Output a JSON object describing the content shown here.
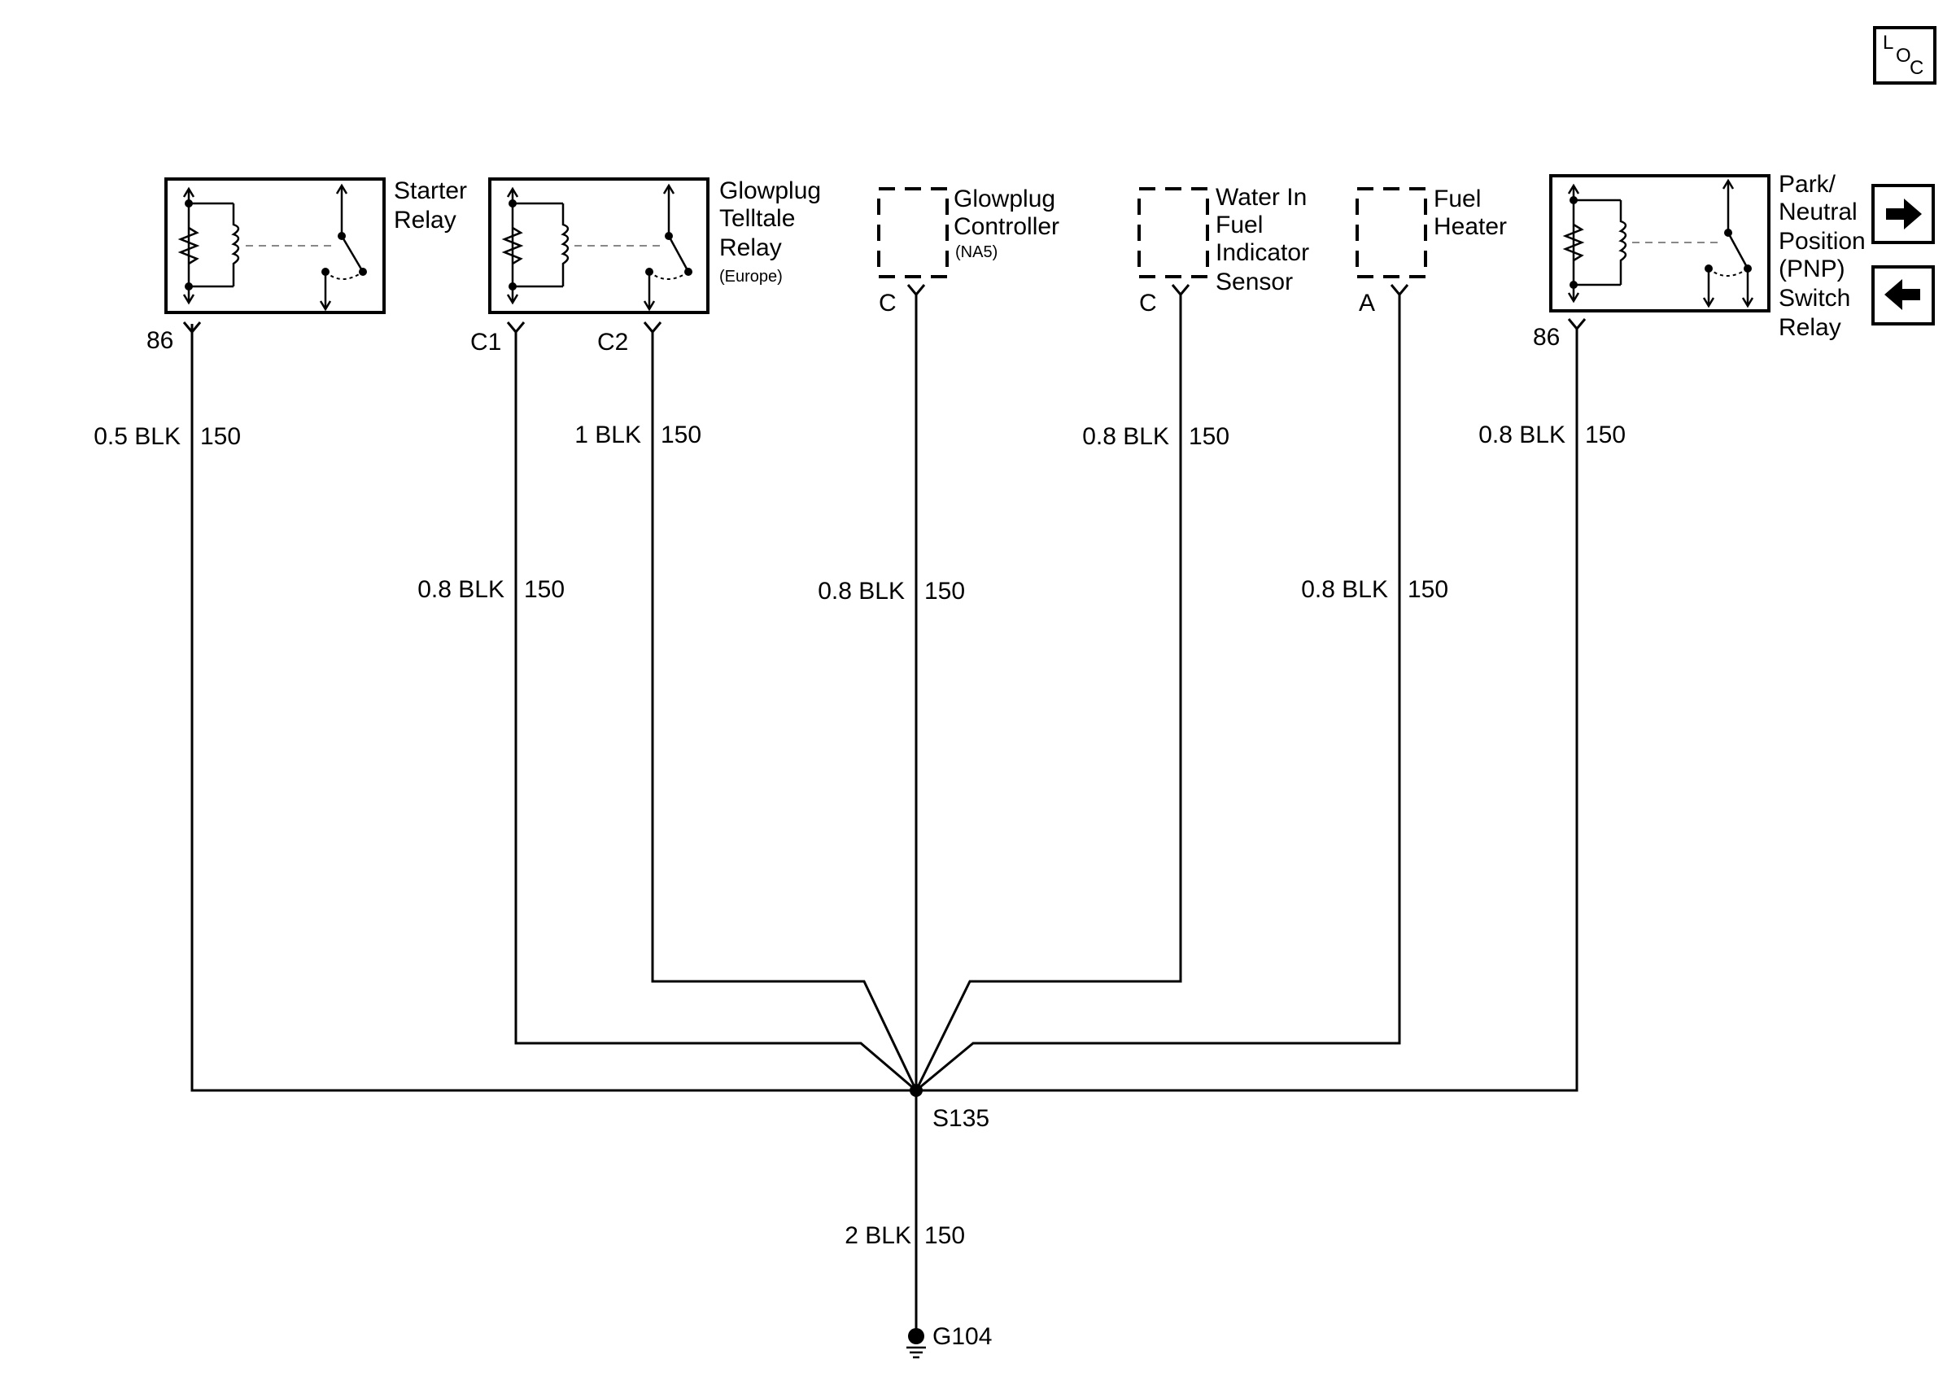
{
  "loc_badge": {
    "l": "L",
    "o": "O",
    "c": "C"
  },
  "nav": {
    "forward": "→",
    "back": "←"
  },
  "components": {
    "starter_relay": {
      "line1": "Starter",
      "line2": "Relay",
      "pin": "86"
    },
    "glowplug_telltale_relay": {
      "line1": "Glowplug",
      "line2": "Telltale",
      "line3": "Relay",
      "note": "(Europe)",
      "pin1": "C1",
      "pin2": "C2"
    },
    "glowplug_controller": {
      "line1": "Glowplug",
      "line2": "Controller",
      "note": "(NA5)",
      "pin": "C"
    },
    "water_in_fuel_sensor": {
      "line1": "Water In",
      "line2": "Fuel",
      "line3": "Indicator",
      "line4": "Sensor",
      "pin": "C"
    },
    "fuel_heater": {
      "line1": "Fuel",
      "line2": "Heater",
      "pin": "A"
    },
    "pnp_switch_relay": {
      "line1": "Park/",
      "line2": "Neutral",
      "line3": "Position",
      "line4": "(PNP)",
      "line5": "Switch",
      "line6": "Relay",
      "pin": "86"
    }
  },
  "wires": {
    "starter": {
      "gauge": "0.5 BLK",
      "circuit": "150"
    },
    "telltale_c1": {
      "gauge": "0.8 BLK",
      "circuit": "150"
    },
    "telltale_c2": {
      "gauge": "1 BLK",
      "circuit": "150"
    },
    "controller": {
      "gauge": "0.8 BLK",
      "circuit": "150"
    },
    "wif_sensor": {
      "gauge": "0.8 BLK",
      "circuit": "150"
    },
    "fuel_heater": {
      "gauge": "0.8 BLK",
      "circuit": "150"
    },
    "pnp": {
      "gauge": "0.8 BLK",
      "circuit": "150"
    },
    "ground": {
      "gauge": "2 BLK",
      "circuit": "150"
    }
  },
  "splice": {
    "label": "S135"
  },
  "ground": {
    "label": "G104"
  }
}
